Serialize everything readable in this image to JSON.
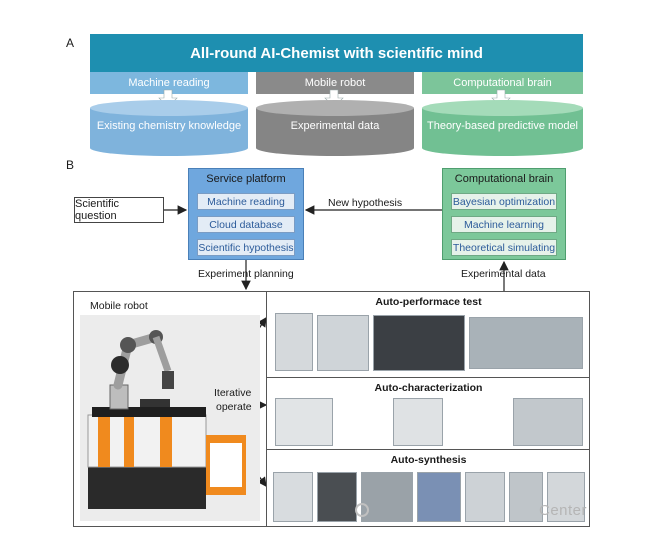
{
  "panel_a": {
    "letter": "A",
    "header": "All-round AI-Chemist with scientific mind",
    "categories": [
      "Machine reading",
      "Mobile robot",
      "Computational brain"
    ],
    "cylinders": [
      "Existing chemistry knowledge",
      "Experimental data",
      "Theory-based predictive model"
    ]
  },
  "panel_b": {
    "letter": "B",
    "scientific_question": "Scientific question",
    "service_platform": {
      "title": "Service platform",
      "items": [
        "Machine reading",
        "Cloud database",
        "Scientific hypothesis"
      ]
    },
    "computational_brain": {
      "title": "Computational brain",
      "items": [
        "Bayesian optimization",
        "Machine learning",
        "Theoretical simulating"
      ]
    },
    "new_hypothesis": "New hypothesis",
    "experiment_planning": "Experiment planning",
    "experimental_data": "Experimental data",
    "mobile_robot": "Mobile robot",
    "iterative_operate": [
      "Iterative",
      "operate"
    ],
    "sections": [
      "Auto-performace test",
      "Auto-characterization",
      "Auto-synthesis"
    ]
  },
  "colors": {
    "header": "#1e8fb0",
    "machine_reading": "#7db7de",
    "mobile_robot": "#8a8a8a",
    "computational_brain": "#7cc59a",
    "service_box": "#6fa7de",
    "brain_box": "#7cc89a"
  },
  "watermark": "Center"
}
